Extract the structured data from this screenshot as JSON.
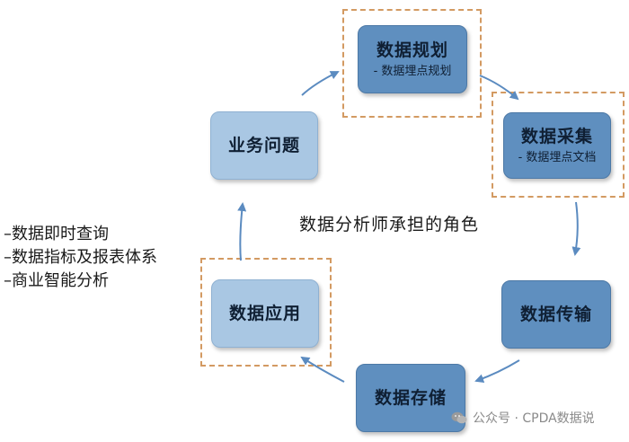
{
  "diagram": {
    "center_label": "数据分析师承担的角色",
    "nodes": {
      "planning": {
        "title": "数据规划",
        "sub": "- 数据埋点规划"
      },
      "collection": {
        "title": "数据采集",
        "sub": "- 数据埋点文档"
      },
      "transmission": {
        "title": "数据传输"
      },
      "storage": {
        "title": "数据存储"
      },
      "application": {
        "title": "数据应用"
      },
      "business": {
        "title": "业务问题"
      }
    },
    "application_notes": [
      "–数据即时查询",
      "–数据指标及报表体系",
      "–商业智能分析"
    ]
  },
  "watermark": {
    "icon": "wechat-icon",
    "text": "公众号 · CPDA数据说"
  },
  "colors": {
    "dark_node": "#5f8fbf",
    "light_node": "#a9c7e3",
    "dashed_frame": "#d39a62",
    "arrow": "#5b8bc0"
  }
}
